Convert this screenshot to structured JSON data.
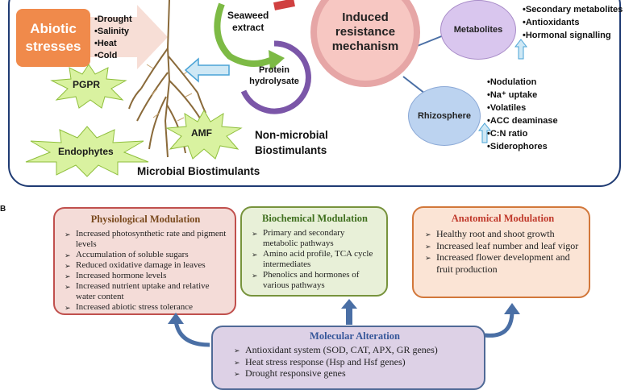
{
  "panel_a": {
    "abiotic": {
      "title_line1": "Abiotic",
      "title_line2": "stresses",
      "items": [
        "•Drought",
        "•Salinity",
        "•Heat",
        "•Cold"
      ]
    },
    "seaweed_extract": {
      "line1": "Seaweed",
      "line2": "extract"
    },
    "protein_hydrolysate": {
      "line1": "Protein",
      "line2": "hydrolysate"
    },
    "induced_resistance": {
      "line1": "Induced",
      "line2": "resistance",
      "line3": "mechanism"
    },
    "metabolites": {
      "label": "Metabolites",
      "items": [
        "•Secondary metabolites",
        "•Antioxidants",
        "•Hormonal signalling"
      ]
    },
    "rhizosphere": {
      "label": "Rhizosphere",
      "items": [
        "•Nodulation",
        "•Na⁺ uptake",
        "•Volatiles",
        "•ACC deaminase",
        "•C:N ratio",
        "•Siderophores"
      ]
    },
    "stars": {
      "pgpr": "PGPR",
      "amf": "AMF",
      "endophytes": "Endophytes"
    },
    "non_microbial": {
      "line1": "Non-microbial",
      "line2": "Biostimulants"
    },
    "microbial": "Microbial Biostimulants"
  },
  "panel_b": {
    "letter": "B",
    "physiological": {
      "title": "Physiological Modulation",
      "items": [
        "Increased photosynthetic rate and pigment levels",
        "Accumulation of soluble sugars",
        "Reduced oxidative damage in leaves",
        "Increased hormone levels",
        "Increased nutrient uptake and relative water content",
        "Increased abiotic stress tolerance"
      ]
    },
    "biochemical": {
      "title": "Biochemical Modulation",
      "items": [
        "Primary and secondary metabolic pathways",
        "Amino acid profile, TCA cycle intermediates",
        "Phenolics and hormones of various pathways"
      ]
    },
    "anatomical": {
      "title": "Anatomical Modulation",
      "items": [
        "Healthy root and shoot growth",
        "Increased leaf number and leaf vigor",
        "Increased flower development and fruit production"
      ]
    },
    "molecular": {
      "title": "Molecular Alteration",
      "items": [
        "Antioxidant system (SOD, CAT, APX, GR genes)",
        "Heat stress response (Hsp and Hsf genes)",
        "Drought responsive genes"
      ]
    }
  },
  "colors": {
    "abiotic_box": "#f08a4b",
    "star_fill": "#d9f2a0",
    "circle_pink": "#f5b8b8",
    "circle_lavender": "#d9c6ee",
    "circle_blue": "#bcd3f0",
    "arrow_green": "#7dba45",
    "arrow_purple": "#7b56a8",
    "arrow_blue": "#4a6fa5"
  }
}
